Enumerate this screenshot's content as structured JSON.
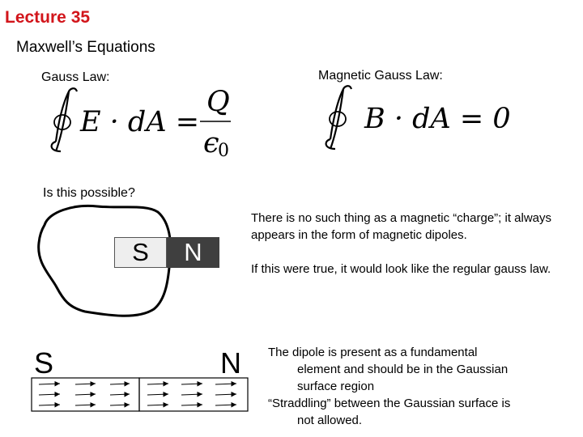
{
  "header": {
    "lecture": "Lecture 35",
    "title": "Maxwell’s Equations"
  },
  "gauss": {
    "label": "Gauss Law:",
    "lhs": "E · dA =",
    "numerator": "Q",
    "denominator": "ϵ",
    "subscript": "0"
  },
  "magnetic_gauss": {
    "label": "Magnetic Gauss Law:",
    "equation": "B · dA = 0"
  },
  "question": "Is this possible?",
  "magnet": {
    "south": "S",
    "north": "N"
  },
  "explanation": {
    "p1": "There is no such thing as a magnetic “charge”; it always appears in the form of magnetic dipoles.",
    "p2": "If this were true, it would look like the regular gauss law."
  },
  "dipole_diagram": {
    "south": "S",
    "north": "N"
  },
  "notes": {
    "line1": "The dipole is present as a fundamental",
    "line2": "element and should be in the Gaussian",
    "line3": "surface region",
    "line4": "“Straddling” between the Gaussian surface is",
    "line5": "not allowed."
  },
  "colors": {
    "lecture": "#d2151b",
    "magnet_north": "#3f3f3f",
    "magnet_south": "#eeeeee"
  }
}
